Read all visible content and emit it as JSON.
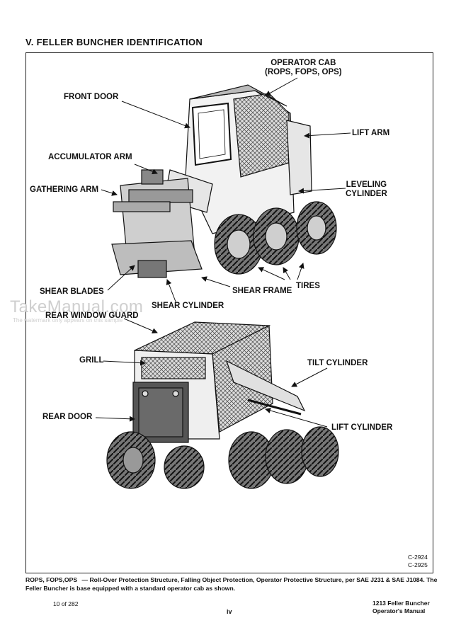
{
  "heading": "V.  FELLER BUNCHER IDENTIFICATION",
  "callouts_top": {
    "operator_cab": "OPERATOR CAB",
    "operator_cab_sub": "(ROPS, FOPS, OPS)",
    "front_door": "FRONT DOOR",
    "lift_arm": "LIFT ARM",
    "accumulator_arm": "ACCUMULATOR ARM",
    "gathering_arm": "GATHERING ARM",
    "leveling": "LEVELING",
    "cylinder": "CYLINDER",
    "shear_blades": "SHEAR BLADES",
    "shear_frame": "SHEAR FRAME",
    "tires": "TIRES",
    "shear_cylinder": "SHEAR CYLINDER"
  },
  "callouts_bottom": {
    "rear_window_guard": "REAR WINDOW GUARD",
    "grill": "GRILL",
    "tilt_cylinder": "TILT CYLINDER",
    "rear_door": "REAR DOOR",
    "lift_cylinder": "LIFT CYLINDER"
  },
  "figure_codes": [
    "C-2924",
    "C-2925"
  ],
  "footnote": {
    "term": "ROPS, FOPS,OPS",
    "text": "— Roll-Over Protection Structure, Falling Object Protection, Operator Protective Structure, per SAE J231 & SAE J1084. The Feller Buncher is base equipped with a standard operator cab as shown."
  },
  "page_count": "10 of 282",
  "page_number": "iv",
  "manual_title_1": "1213 Feller Buncher",
  "manual_title_2": "Operator's Manual",
  "watermark": "TakeManual.com",
  "watermark_sub": "The watermark only appears on this sample"
}
